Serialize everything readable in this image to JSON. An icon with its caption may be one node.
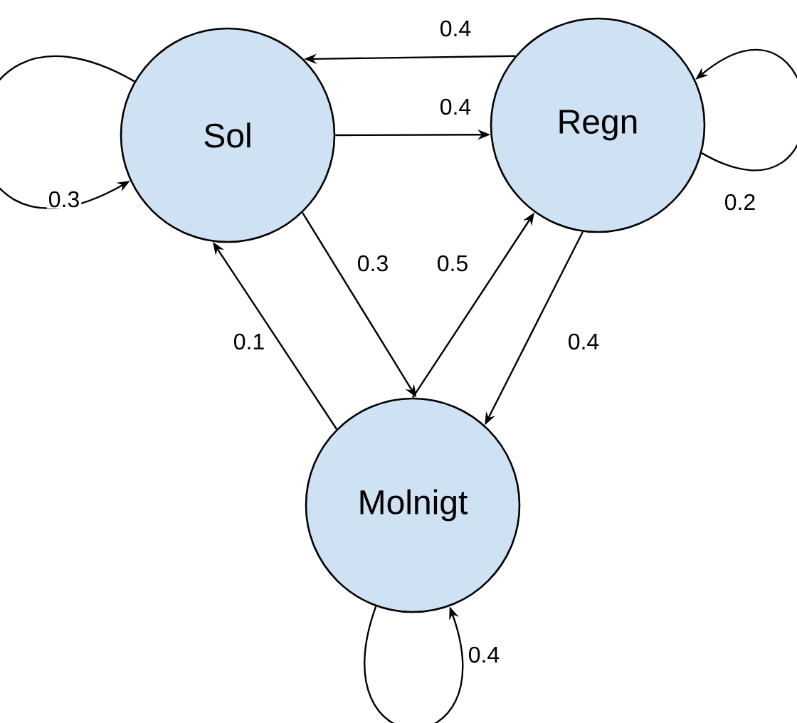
{
  "diagram": {
    "nodes": [
      {
        "text": [
          "Sol"
        ]
      },
      {
        "text": [
          "Regn"
        ]
      },
      {
        "text": [
          "Molnigt"
        ]
      }
    ],
    "edges": [
      {
        "from": 1,
        "to": 0,
        "arrow": "to",
        "label": "0.4"
      },
      {
        "from": 0,
        "to": 1,
        "arrow": "to",
        "label": "0.4"
      },
      {
        "from": 0,
        "to": 0,
        "arrow": "to",
        "label": "0.3"
      },
      {
        "from": 1,
        "to": 1,
        "arrow": "to",
        "label": "0.2"
      },
      {
        "from": 0,
        "to": 2,
        "arrow": "to",
        "label": "0.3"
      },
      {
        "from": 2,
        "to": 1,
        "arrow": "to",
        "label": "0.5"
      },
      {
        "from": 2,
        "to": 0,
        "arrow": "to",
        "label": "0.1"
      },
      {
        "from": 1,
        "to": 2,
        "arrow": "to",
        "label": "0.4"
      },
      {
        "from": 2,
        "to": 2,
        "arrow": "to",
        "label": "0.4"
      }
    ]
  }
}
